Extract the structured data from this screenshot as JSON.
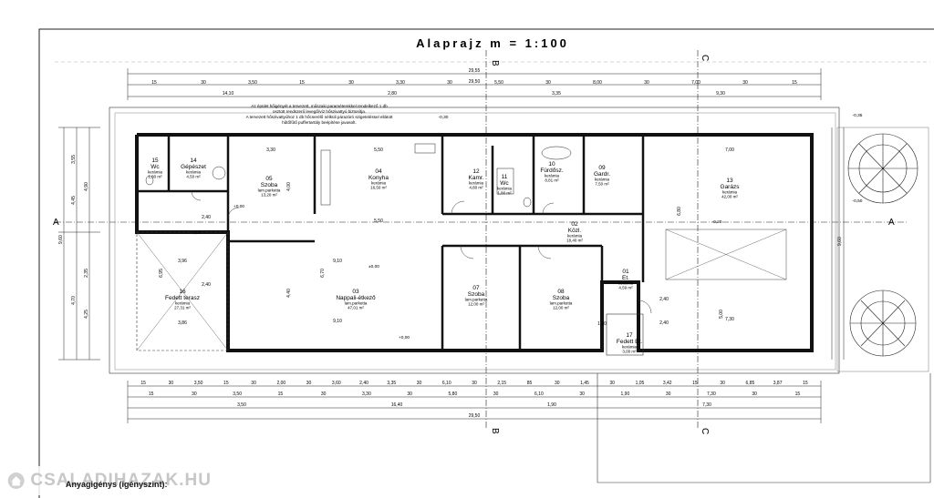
{
  "title": "Alaprajz m = 1:100",
  "materials_label": "Anyagigénys (igényszint):",
  "watermark": "CSALADIHAZAK.HU",
  "sections": {
    "b": "B",
    "c": "C",
    "a": "A"
  },
  "note_lines": [
    "Az épület hőigényét a tervezett, műszaki paraméterekkel rendelkező 1 db",
    "osztott rendszerű levegő/víz hőszivattyú biztosítja.",
    "A tervezett hőszivattyúhoz 1 db hőcserélő nélküli párazáró szigeteléssel ellátott",
    "hűtőfűtő puffertartály beépítése javasolt."
  ],
  "rooms": [
    {
      "num": "15",
      "name": "Wc",
      "mat": "kerámia",
      "area": "1,80 m²"
    },
    {
      "num": "14",
      "name": "Gépészet",
      "mat": "kerámia",
      "area": "4,50 m²"
    },
    {
      "num": "05",
      "name": "Szoba",
      "mat": "lam.parketta",
      "area": "13,20 m²"
    },
    {
      "num": "04",
      "name": "Konyha",
      "mat": "kerámia",
      "area": "16,50 m²"
    },
    {
      "num": "12",
      "name": "Kamr.",
      "mat": "kerámia",
      "area": "4,80 m²"
    },
    {
      "num": "11",
      "name": "Wc",
      "mat": "kerámia",
      "area": "1,80 m²"
    },
    {
      "num": "10",
      "name": "Fürdősz.",
      "mat": "kerámia",
      "area": "8,81 m²"
    },
    {
      "num": "09",
      "name": "Gardr.",
      "mat": "kerámia",
      "area": "7,50 m²"
    },
    {
      "num": "13",
      "name": "Garázs",
      "mat": "kerámia",
      "area": "42,00 m²"
    },
    {
      "num": "02",
      "name": "Közl.",
      "mat": "kerámia",
      "area": "18,40 m²"
    },
    {
      "num": "16",
      "name": "Fedett terasz",
      "mat": "kerámia",
      "area": "27,31 m²"
    },
    {
      "num": "03",
      "name": "Nappali-étkező",
      "mat": "lam.parketta",
      "area": "47,01 m²"
    },
    {
      "num": "07",
      "name": "Szoba",
      "mat": "lam.parketta",
      "area": "12,00 m²"
    },
    {
      "num": "08",
      "name": "Szoba",
      "mat": "lam.parketta",
      "area": "12,00 m²"
    },
    {
      "num": "01",
      "name": "Et.",
      "mat": "kerámia",
      "area": "4,59 m²"
    },
    {
      "num": "17",
      "name": "Fedett Et.",
      "mat": "kerámia",
      "area": "3,00 m²"
    }
  ],
  "dims": {
    "top_total": "29,55",
    "top_total2": "29,50",
    "top_row": [
      "15",
      "30",
      "3,50",
      "15",
      "30",
      "3,30",
      "30",
      "5,50",
      "30",
      "8,00",
      "30",
      "7,00",
      "30",
      "15"
    ],
    "top_row2": [
      "14,10",
      "2,80",
      "3,35",
      "9,30"
    ],
    "bottom_row": [
      "15",
      "30",
      "3,50",
      "15",
      "30",
      "2,00",
      "30",
      "3,60",
      "2,40",
      "3,35",
      "30",
      "6,10",
      "30",
      "2,15",
      "85",
      "30",
      "1,45",
      "30",
      "1,05",
      "3,42",
      "15",
      "30",
      "6,85",
      "3,87",
      "15"
    ],
    "bottom_row2": [
      "15",
      "30",
      "3,50",
      "15",
      "30",
      "3,30",
      "30",
      "5,80",
      "30",
      "6,10",
      "30",
      "1,90",
      "30",
      "7,30",
      "30",
      "15"
    ],
    "bottom_row3": [
      "3,50",
      "16,40",
      "1,90",
      "7,30"
    ],
    "bottom_total": "29,50",
    "left_total": "9,60",
    "left_parts": [
      "3,55",
      "4,90",
      "4,45",
      "2,35",
      "4,70",
      "4,25"
    ],
    "right_total": "9,60",
    "inner": [
      "3,30",
      "5,50",
      "7,00",
      "5,50",
      "3,96",
      "9,10",
      "3,86",
      "9,10",
      "2,40",
      "2,40",
      "4,40",
      "4,00",
      "6,95",
      "6,70",
      "6,80",
      "5,00",
      "7,30",
      "1,30",
      "2,40",
      "2,40"
    ]
  },
  "levels": [
    "±0,00",
    "-0,30",
    "-0,02",
    "-0,35",
    "-0,50",
    "-0,20",
    "+0,00",
    "+0,00"
  ]
}
